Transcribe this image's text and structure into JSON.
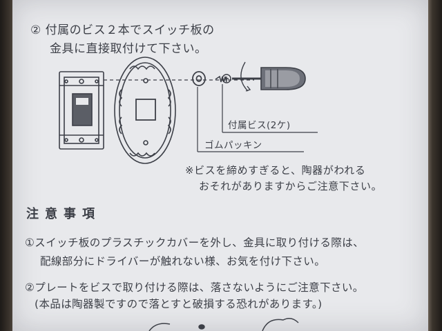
{
  "step2": {
    "line1": "② 付属のビス２本でスイッチ板の",
    "line2": "金具に直接取付けて下さい。"
  },
  "labels": {
    "screw": "付属ビス(2ケ)",
    "packing": "ゴムパッキン"
  },
  "warning": {
    "line1": "※ビスを締めすぎると、陶器がわれる",
    "line2": "おそれがありますからご注意下さい。"
  },
  "notes": {
    "heading": "注意事項",
    "item1_line1": "①スイッチ板のプラスチックカバーを外し、金具に取り付ける際は、",
    "item1_line2": "配線部分にドライバーが触れない様、お気を付け下さい。",
    "item2_line1": "②プレートをビスで取り付ける際は、落さないようにご注意下さい。",
    "item2_line2": "(本品は陶器製ですので落とすと破損する恐れがあります。)"
  },
  "icons": [
    "switch-box-icon",
    "ceramic-plate-icon",
    "rubber-washer-icon",
    "screw-icon",
    "screwdriver-icon",
    "hand-icon"
  ],
  "colors": {
    "paper": "#e8e9ec",
    "ink": "#3c3f47"
  }
}
